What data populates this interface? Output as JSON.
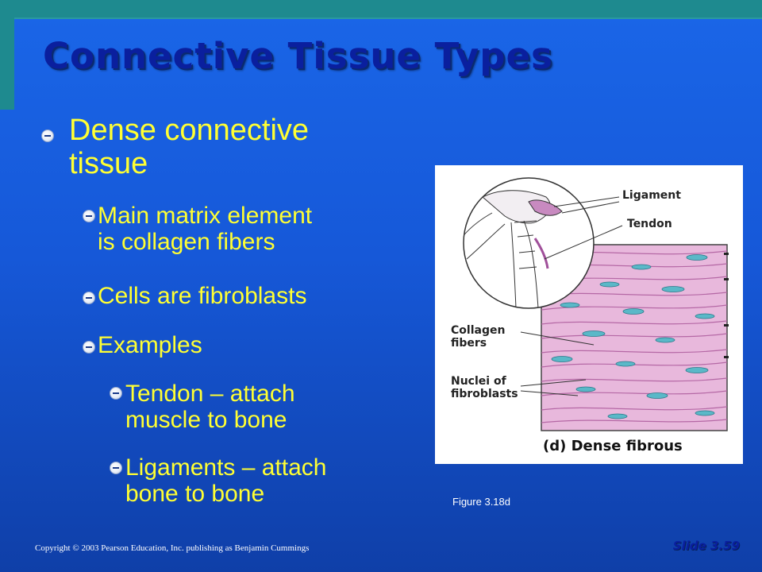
{
  "title": "Connective Tissue Types",
  "bullets": {
    "b1": "Dense connective",
    "b1b": "tissue",
    "b2": "Main matrix element",
    "b2b": "is collagen fibers",
    "b3": "Cells are fibroblasts",
    "b4": "Examples",
    "b5": "Tendon – attach",
    "b5b": "muscle to bone",
    "b6": "Ligaments – attach",
    "b6b": "bone to bone"
  },
  "figure": {
    "ligament": "Ligament",
    "tendon": "Tendon",
    "collagen1": "Collagen",
    "collagen2": "fibers",
    "nuclei1": "Nuclei of",
    "nuclei2": "fibroblasts",
    "caption_inner": "(d) Dense fibrous"
  },
  "figure_caption": "Figure 3.18d",
  "footer": {
    "copyright": "Copyright © 2003 Pearson Education, Inc. publishing as Benjamin Cummings",
    "slide": "Slide 3.59"
  },
  "colors": {
    "accent_teal": "#1e8a8f",
    "bullet_text": "#ffff33",
    "title": "#0a1f9e"
  }
}
